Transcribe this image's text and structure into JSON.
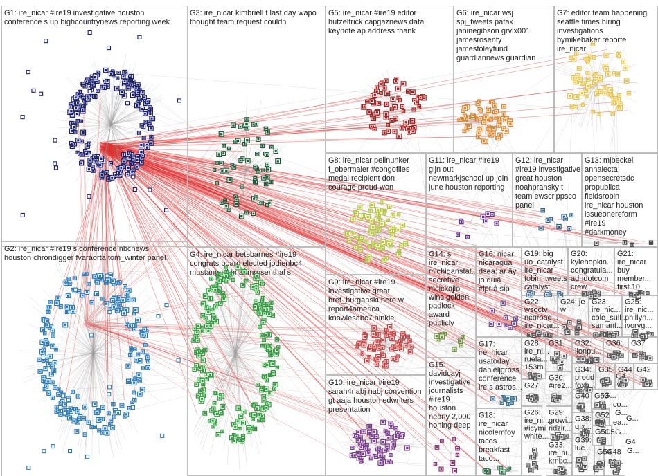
{
  "graph": {
    "groups": [
      {
        "id": "G1",
        "lines": [
          "G1: ire_nicar #ire19 investigative houston",
          "conference s up highcountrynews reporting week"
        ],
        "color": "#1a1f6e",
        "cluster": "large"
      },
      {
        "id": "G2",
        "lines": [
          "G2: ire_nicar #ire19 s conference nbcnews",
          "houston chrondigger fvaraorta tom_winter panel"
        ],
        "color": "#2b7bb9",
        "cluster": "large"
      },
      {
        "id": "G3",
        "lines": [
          "G3: ire_nicar kimbriell t last day wapo",
          "thought team request couldn"
        ],
        "color": "#1e5a3a",
        "cluster": "medium"
      },
      {
        "id": "G4",
        "lines": [
          "G4: ire_nicar betsbarnes #ire19",
          "congrats board elected jodienbc4",
          "mustangalli brianmrosenthal s"
        ],
        "color": "#2e9b3c",
        "cluster": "large"
      },
      {
        "id": "G5",
        "lines": [
          "G5: ire_nicar #ire19 editor",
          "hutzelfrick capgaznews data",
          "keynote ap address thank"
        ],
        "color": "#a31e1e",
        "cluster": "medium"
      },
      {
        "id": "G6",
        "lines": [
          "G6: ire_nicar wsj",
          "spj_tweets pafak",
          "janinegibson grvlx001",
          "jamesrosenty",
          "jamesfoleyfund",
          "guardiannews guardian"
        ],
        "color": "#d9822b",
        "cluster": "medium"
      },
      {
        "id": "G7",
        "lines": [
          "G7: editor team happening",
          "seattle times hiring",
          "investigations",
          "bymikebaker reporte",
          "ire_nicar"
        ],
        "color": "#e6c24a",
        "cluster": "medium"
      },
      {
        "id": "G8",
        "lines": [
          "G8: ire_nicar pelinunker",
          "f_obermaier #congofiles",
          "medal recipient don",
          "courage proud won"
        ],
        "color": "#b3c63a",
        "cluster": "medium"
      },
      {
        "id": "G9",
        "lines": [
          "G9: ire_nicar #ire19",
          "investigative great",
          "bret_burganski here w",
          "report4america",
          "knowlesabc7 hinklej"
        ],
        "color": "#c94040",
        "cluster": "medium"
      },
      {
        "id": "G10",
        "lines": [
          "G10: ire_nicar #ire19",
          "sarah4nabj nabj convention",
          "gt aaja houston edwriters",
          "presentation"
        ],
        "color": "#7a3b8f",
        "cluster": "medium"
      },
      {
        "id": "G11",
        "lines": [
          "G11: ire_nicar #ire19",
          "gijn out",
          "newmarkjschool up join",
          "june houston reporting"
        ],
        "color": "#5a2d8c",
        "cluster": "small"
      },
      {
        "id": "G12",
        "lines": [
          "G12: ire_nicar",
          "#ire19 investigative",
          "great houston",
          "noahpransky t",
          "team ewscrippsco",
          "panel"
        ],
        "color": "#2b5f8c",
        "cluster": "small"
      },
      {
        "id": "G13",
        "lines": [
          "G13: mjbeckel",
          "annalecta",
          "opensecretsdc",
          "propublica",
          "fieldsrobin",
          "ire_nicar houston",
          "issueonereform",
          "#ire19",
          "#darkmoney"
        ],
        "color": "#444",
        "cluster": "text"
      },
      {
        "id": "G14",
        "lines": [
          "G14: s",
          "ire_nicar",
          "michiganstat...",
          "secretive",
          "mcickajlo",
          "wins golden",
          "padlock",
          "award",
          "publicly"
        ],
        "color": "#6b8f3a",
        "cluster": "small"
      },
      {
        "id": "G15",
        "lines": [
          "G15:",
          "davidcayj",
          "investigative",
          "journalists",
          "#ire19",
          "houston",
          "nearly 2,000",
          "honing deep"
        ],
        "color": "#8c2d6e",
        "cluster": "small"
      },
      {
        "id": "G16",
        "lines": [
          "G16: nicar",
          "nicaragua",
          "dsea: ar ây",
          "jo quiâ",
          "#lpr â sip"
        ],
        "color": "#6a4c93",
        "cluster": "small"
      },
      {
        "id": "G17",
        "lines": [
          "G17:",
          "ire_nicar",
          "usatoday",
          "danieljgross",
          "conference",
          "ire s astros..."
        ],
        "color": "#3a6e8c",
        "cluster": "small"
      },
      {
        "id": "G18",
        "lines": [
          "G18:",
          "ire_nicar",
          "nicolemfoy",
          "tacos",
          "breakfast",
          "taco..."
        ],
        "color": "#2d6e4a",
        "cluster": "small"
      },
      {
        "id": "G19",
        "lines": [
          "G19: big",
          "uo_catalyst",
          "ire_nicar",
          "tobin_tweets",
          "catalyst..."
        ],
        "color": "#4a6e8c",
        "cluster": "small"
      },
      {
        "id": "G20",
        "lines": [
          "G20:",
          "kylehopkin...",
          "congratula...",
          "adndotcom",
          "crew..."
        ],
        "color": "#555",
        "cluster": "small"
      },
      {
        "id": "G21",
        "lines": [
          "G21:",
          "ire_nicar",
          "buy",
          "member...",
          "first 10..."
        ],
        "color": "#555",
        "cluster": "small"
      },
      {
        "id": "G22",
        "lines": [
          "G22:",
          "wsoctv",
          "ncbroad...",
          "ire_nicar..."
        ],
        "color": "#555",
        "cluster": "small"
      },
      {
        "id": "G23",
        "lines": [
          "G23:",
          "ire_nic...",
          "cole_sull...",
          "samant..."
        ],
        "color": "#555",
        "cluster": "small"
      },
      {
        "id": "G24",
        "lines": [
          "G24: je",
          "w"
        ],
        "color": "#555",
        "cluster": "small"
      },
      {
        "id": "G25",
        "lines": [
          "G25:",
          "ire_nic...",
          "phillyn...",
          "ivoryg..."
        ],
        "color": "#555",
        "cluster": "small"
      },
      {
        "id": "G26",
        "lines": [
          "G26:",
          "ire_ni...",
          "#icymi",
          "white..."
        ],
        "color": "#555",
        "cluster": "small"
      },
      {
        "id": "G27",
        "lines": [
          "G27"
        ],
        "color": "#555",
        "cluster": "small"
      },
      {
        "id": "G28",
        "lines": [
          "G28:",
          "ire_ni...",
          "ruela...",
          "153m..."
        ],
        "color": "#555",
        "cluster": "small"
      },
      {
        "id": "G29",
        "lines": [
          "G29:",
          "growi...",
          "ridzir..."
        ],
        "color": "#555",
        "cluster": "small"
      },
      {
        "id": "G30",
        "lines": [
          "G30:",
          "#ire2..."
        ],
        "color": "#555",
        "cluster": "small"
      },
      {
        "id": "G31",
        "lines": [
          "G31"
        ],
        "color": "#555",
        "cluster": "small"
      },
      {
        "id": "G32",
        "lines": [
          "G32:",
          "lionpu..."
        ],
        "color": "#555",
        "cluster": "small"
      },
      {
        "id": "G33",
        "lines": [
          "G33:",
          "ire_ni...",
          "kmbc..."
        ],
        "color": "#555",
        "cluster": "small"
      },
      {
        "id": "G34",
        "lines": [
          "G34:",
          "proud",
          "foxb..."
        ],
        "color": "#555",
        "cluster": "small"
      },
      {
        "id": "G35",
        "lines": [
          "G35"
        ],
        "color": "#555",
        "cluster": "small"
      },
      {
        "id": "G36",
        "lines": [
          "G36:"
        ],
        "color": "#555",
        "cluster": "small"
      },
      {
        "id": "G37",
        "lines": [
          "G37"
        ],
        "color": "#555",
        "cluster": "small"
      },
      {
        "id": "G38",
        "lines": [
          "G38:",
          "q.x..."
        ],
        "color": "#555",
        "cluster": "small"
      },
      {
        "id": "G39",
        "lines": [
          "G39:",
          "luc..."
        ],
        "color": "#555",
        "cluster": "small"
      },
      {
        "id": "G40",
        "lines": [
          "G40"
        ],
        "color": "#555",
        "cluster": "small"
      },
      {
        "id": "G42",
        "lines": [
          "G42"
        ],
        "color": "#555",
        "cluster": "small"
      },
      {
        "id": "G44",
        "lines": [
          "G44"
        ],
        "color": "#555",
        "cluster": "small"
      },
      {
        "id": "G48",
        "lines": [
          "G48"
        ],
        "color": "#555",
        "cluster": "small"
      },
      {
        "id": "G51",
        "lines": [
          "G51"
        ],
        "color": "#555",
        "cluster": "small"
      },
      {
        "id": "G52",
        "lines": [
          "G52"
        ],
        "color": "#555",
        "cluster": "small"
      },
      {
        "id": "G53",
        "lines": [
          "G53"
        ],
        "color": "#555",
        "cluster": "small"
      },
      {
        "id": "G54",
        "lines": [
          "G54"
        ],
        "color": "#555",
        "cluster": "small"
      }
    ],
    "extra_labels": [
      "G4",
      "wa...",
      "G...",
      "co...",
      "G...",
      "ea...",
      "G5",
      "G...",
      "G...",
      "G4",
      "G...",
      "ne..."
    ]
  }
}
